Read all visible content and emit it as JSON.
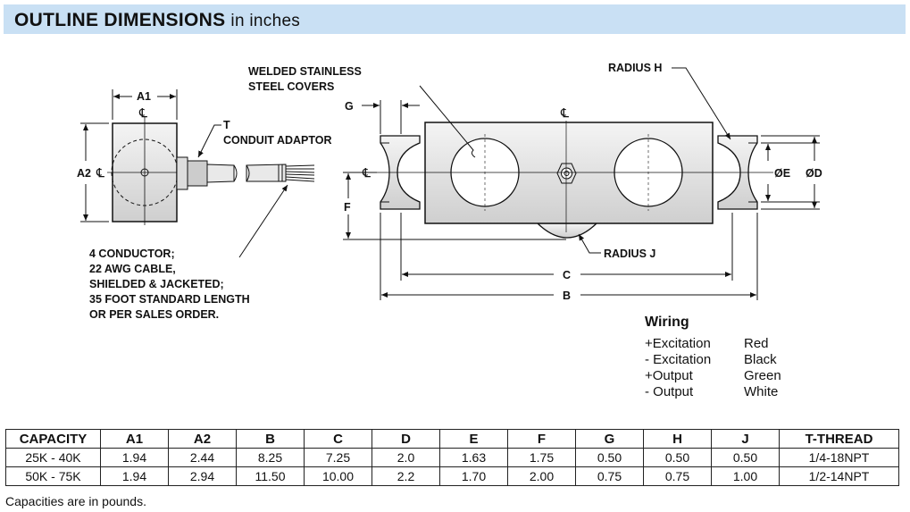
{
  "header": {
    "title": "OUTLINE DIMENSIONS",
    "subtitle": "in inches"
  },
  "drawing": {
    "a1": "A1",
    "a2": "A2",
    "centerline": "℄",
    "t": "T",
    "conduit": "CONDUIT ADAPTOR",
    "cable_notes": [
      "4 CONDUCTOR;",
      "22 AWG CABLE,",
      "SHIELDED & JACKETED;",
      "35 FOOT STANDARD LENGTH",
      "OR PER SALES ORDER."
    ],
    "covers": [
      "WELDED STAINLESS",
      "STEEL COVERS"
    ],
    "radius_h": "RADIUS H",
    "radius_j": "RADIUS J",
    "g": "G",
    "f": "F",
    "c": "C",
    "b": "B",
    "e": "ØE",
    "d": "ØD"
  },
  "wiring": {
    "title": "Wiring",
    "rows": [
      {
        "signal": "+Excitation",
        "color": "Red"
      },
      {
        "signal": "- Excitation",
        "color": "Black"
      },
      {
        "signal": "+Output",
        "color": "Green"
      },
      {
        "signal": "- Output",
        "color": "White"
      }
    ]
  },
  "table": {
    "headers": [
      "CAPACITY",
      "A1",
      "A2",
      "B",
      "C",
      "D",
      "E",
      "F",
      "G",
      "H",
      "J",
      "T-THREAD"
    ],
    "rows": [
      [
        "25K - 40K",
        "1.94",
        "2.44",
        "8.25",
        "7.25",
        "2.0",
        "1.63",
        "1.75",
        "0.50",
        "0.50",
        "0.50",
        "1/4-18NPT"
      ],
      [
        "50K - 75K",
        "1.94",
        "2.94",
        "11.50",
        "10.00",
        "2.2",
        "1.70",
        "2.00",
        "0.75",
        "0.75",
        "1.00",
        "1/2-14NPT"
      ]
    ]
  },
  "note": "Capacities are in pounds."
}
